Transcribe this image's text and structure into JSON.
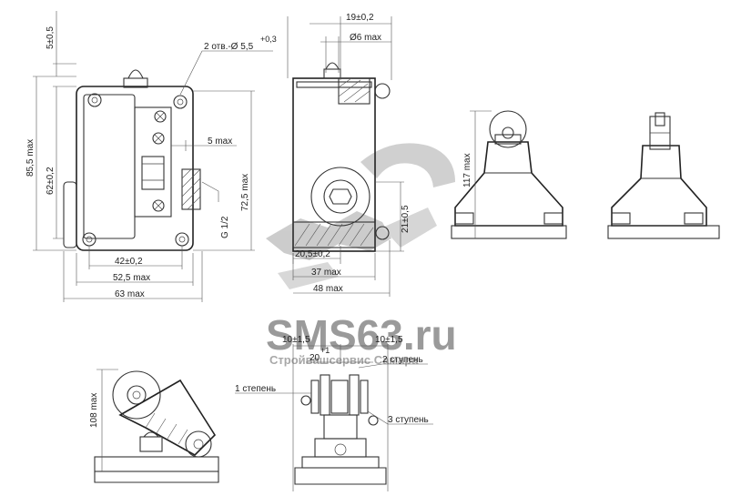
{
  "labels": {
    "dim_5": "5±0,5",
    "holes": "2 отв.-Ø 5,5",
    "holes_tol": "+0,3",
    "dim_855": "85,5 max",
    "dim_62": "62±0,2",
    "dim_5max": "5 max",
    "dim_725": "72,5 max",
    "thread": "G 1/2",
    "dim_42": "42±0,2",
    "dim_525": "52,5 max",
    "dim_63": "63 max",
    "dim_19": "19±0,2",
    "dim_d6": "Ø6 max",
    "dim_21": "21±0,5",
    "dim_205": "20,5±0,2",
    "dim_37": "37 max",
    "dim_48": "48 max",
    "dim_117": "117 max",
    "dim_108": "108 max",
    "dim_10a": "10±1,5",
    "dim_20": "20",
    "dim_20_tol": "+1",
    "dim_10b": "10±1,5",
    "stage1": "1 степень",
    "stage2": "2 ступень",
    "stage3": "3 ступень"
  },
  "watermark": {
    "brand": "SMS63.ru",
    "tagline": "Стройвашсервис Самара"
  },
  "colors": {
    "line": "#333333",
    "watermark": "#9a9a9a",
    "background": "#ffffff"
  }
}
